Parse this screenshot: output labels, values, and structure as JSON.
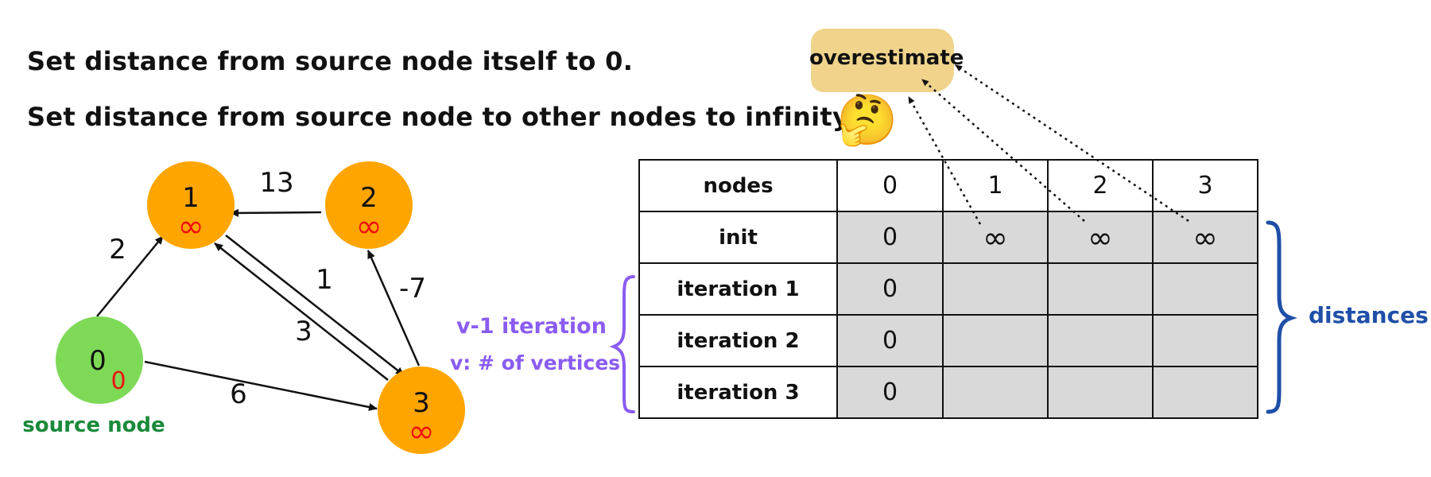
{
  "text": {
    "line1": "Set distance from source node itself to 0.",
    "line2": "Set distance from source node to other nodes to infinity.",
    "overestimate": "overestimate",
    "source_label": "source node",
    "v_iteration": "v-1 iteration",
    "v_definition": "v: # of vertices",
    "distances_label": "distances",
    "thinking_emoji": "🤔"
  },
  "graph": {
    "nodes": [
      {
        "id": "0",
        "label": "0",
        "dist": "0",
        "color": "#7ed957",
        "source": true
      },
      {
        "id": "1",
        "label": "1",
        "dist": "∞",
        "color": "#ffa500"
      },
      {
        "id": "2",
        "label": "2",
        "dist": "∞",
        "color": "#ffa500"
      },
      {
        "id": "3",
        "label": "3",
        "dist": "∞",
        "color": "#ffa500"
      }
    ],
    "edges": [
      {
        "from": "0",
        "to": "1",
        "weight": "2"
      },
      {
        "from": "2",
        "to": "1",
        "weight": "13"
      },
      {
        "from": "1",
        "to": "3",
        "weight": "1"
      },
      {
        "from": "3",
        "to": "1",
        "weight": "3"
      },
      {
        "from": "3",
        "to": "2",
        "weight": "-7"
      },
      {
        "from": "0",
        "to": "3",
        "weight": "6"
      }
    ]
  },
  "table": {
    "header": [
      "nodes",
      "0",
      "1",
      "2",
      "3"
    ],
    "rows": [
      {
        "label": "init",
        "values": [
          "0",
          "∞",
          "∞",
          "∞"
        ]
      },
      {
        "label": "iteration 1",
        "values": [
          "0",
          "",
          "",
          ""
        ]
      },
      {
        "label": "iteration 2",
        "values": [
          "0",
          "",
          "",
          ""
        ]
      },
      {
        "label": "iteration 3",
        "values": [
          "0",
          "",
          "",
          ""
        ]
      }
    ]
  },
  "colors": {
    "orange_node": "#ffa500",
    "green_node": "#7ed957",
    "infinity_red": "#ee1111",
    "source_green": "#1a8a3a",
    "purple": "#8a5cf0",
    "blue": "#1f4fa8",
    "bubble": "#f0d48c",
    "cell_gray": "#d9d9d9"
  }
}
